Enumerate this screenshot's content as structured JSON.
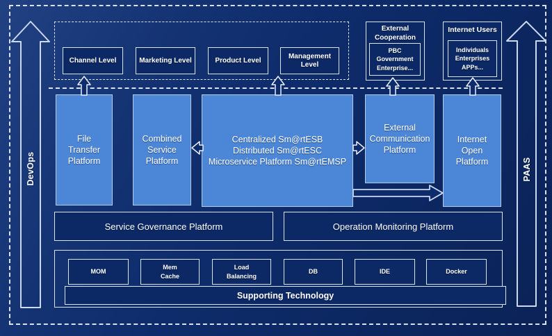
{
  "rails": {
    "left_label": "DevOps",
    "right_label": "PAAS"
  },
  "top_section": {
    "levels": [
      {
        "label": "Channel Level"
      },
      {
        "label": "Marketing Level"
      },
      {
        "label": "Product Level"
      },
      {
        "label": "Management Level"
      }
    ],
    "external_cooperation": {
      "title": "External\nCooperation",
      "members": "PBC Government\nEnterprise..."
    },
    "internet_users": {
      "title": "Internet Users",
      "members": "Individuals\nEnterprises\nAPPs..."
    }
  },
  "platform_row": {
    "file_transfer": "File\nTransfer\nPlatform",
    "combined_service": "Combined\nService\nPlatform",
    "esb": "Centralized Sm@rtESB\nDistributed Sm@rtESC\nMicroservice Platform Sm@rtEMSP",
    "external_communication": "External\nCommunication\nPlatform",
    "internet_open": "Internet\nOpen\nPlatform"
  },
  "management_row": {
    "service_governance": "Service Governance Platform",
    "operation_monitoring": "Operation Monitoring Platform"
  },
  "supporting_section": {
    "technologies": [
      {
        "label": "MOM"
      },
      {
        "label": "Mem\nCache"
      },
      {
        "label": "Load\nBalancing"
      },
      {
        "label": "DB"
      },
      {
        "label": "IDE"
      },
      {
        "label": "Docker"
      }
    ],
    "bar_label": "Supporting Technology"
  },
  "colors": {
    "background": "#0e2c6b",
    "panel_dark": "#0c2965",
    "panel_light_blue": "#4c86d6",
    "border_light": "#d9e4f4",
    "text": "#ffffff"
  }
}
